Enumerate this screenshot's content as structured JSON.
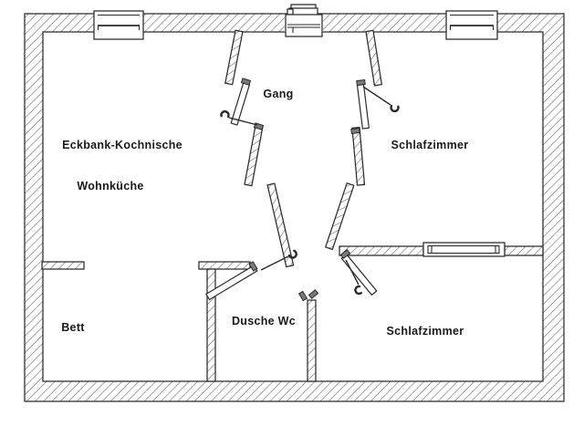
{
  "floorplan": {
    "labels": {
      "gang": "Gang",
      "eckbank": "Eckbank-Kochnische",
      "wohnkueche": "Wohnküche",
      "schlafzimmer_top": "Schlafzimmer",
      "bett": "Bett",
      "dusche_wc": "Dusche Wc",
      "schlafzimmer_bottom": "Schlafzimmer"
    },
    "symbols": {
      "window_top_left": "window-icon",
      "window_top_right": "window-icon",
      "entrance_top_center": "entrance-door-icon",
      "interior_window": "interior-window-icon",
      "door_wohnkueche": "door-swing-icon",
      "door_schlafzimmer_top": "door-swing-icon",
      "door_dusche_wc": "door-swing-icon",
      "door_schlafzimmer_bottom": "door-swing-icon"
    },
    "colors": {
      "line": "#2b2b2b",
      "hatch": "#606060",
      "text": "#1a1a1a",
      "background": "#ffffff",
      "hinge": "#7a7a7a"
    }
  }
}
